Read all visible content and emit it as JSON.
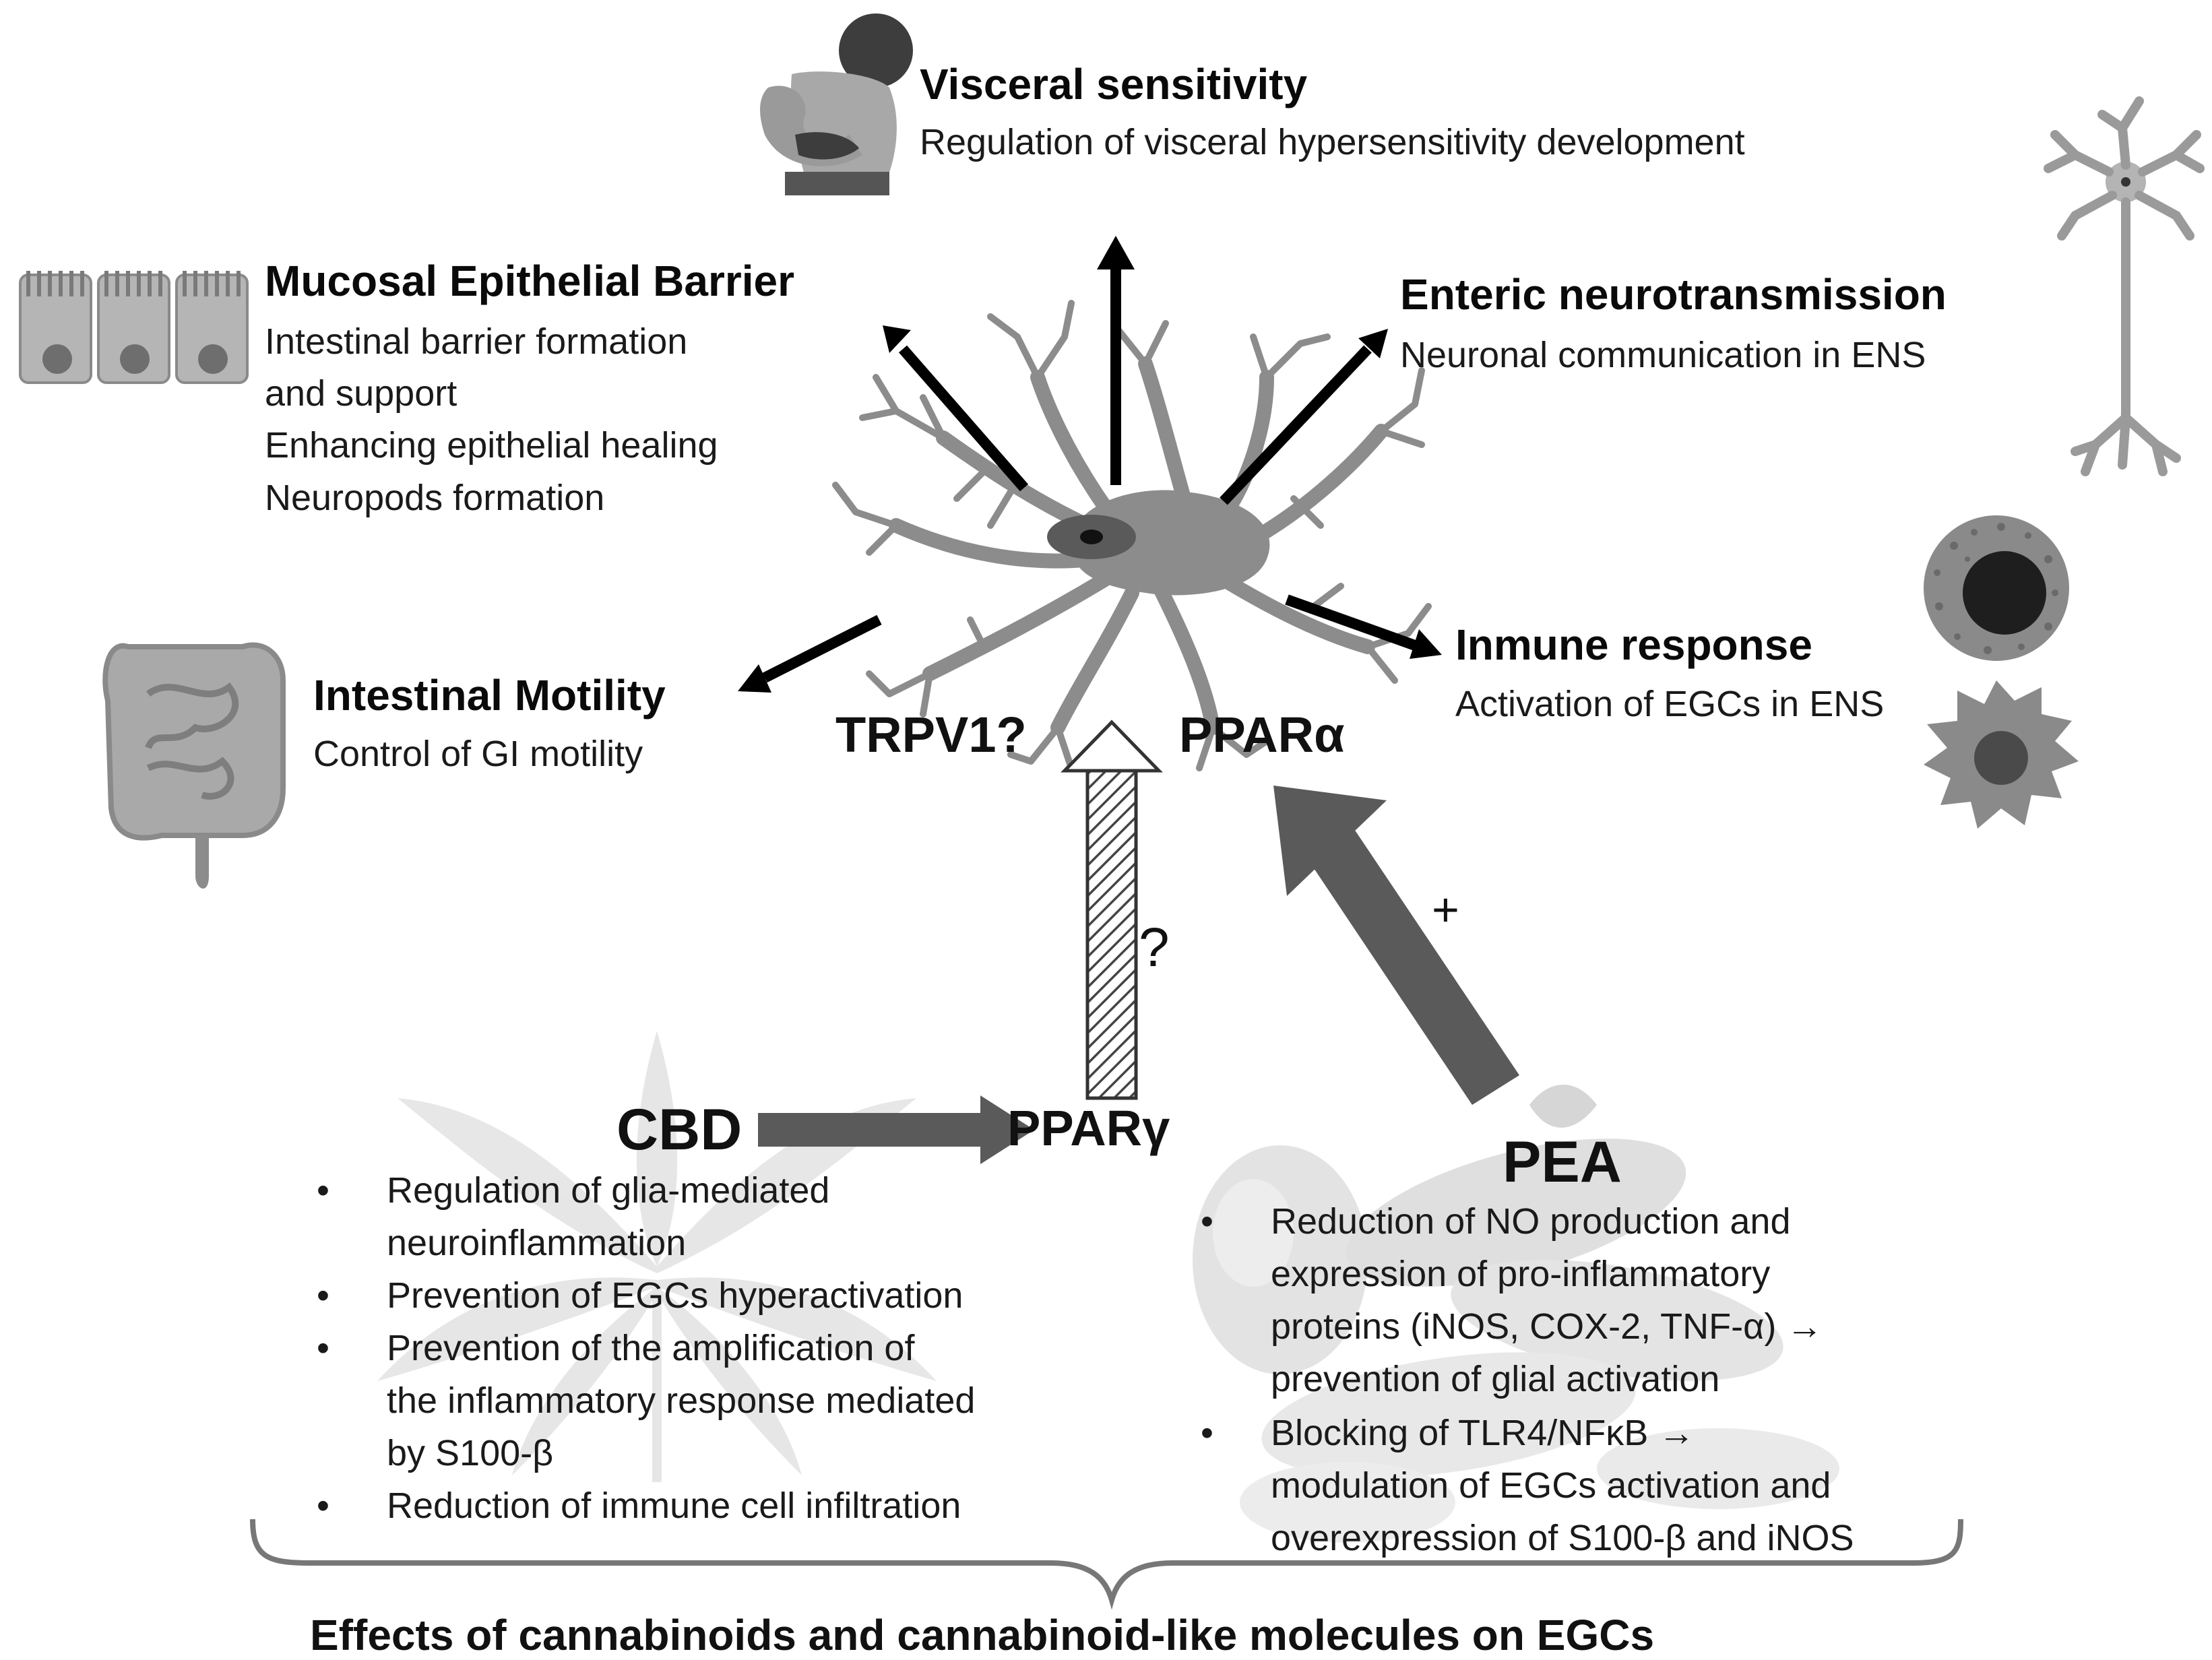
{
  "top": {
    "title": "Visceral sensitivity",
    "desc": "Regulation of visceral hypersensitivity development"
  },
  "mucosal": {
    "title": "Mucosal Epithelial Barrier",
    "lines": [
      "Intestinal barrier formation",
      "and support",
      "Enhancing epithelial  healing",
      "Neuropods formation"
    ]
  },
  "enteric": {
    "title": "Enteric neurotransmission",
    "desc": "Neuronal communication in ENS"
  },
  "motility": {
    "title": "Intestinal Motility",
    "desc": "Control of GI motility"
  },
  "immune": {
    "title": "Inmune response",
    "desc": "Activation of EGCs in ENS"
  },
  "receptors": {
    "trpv1": "TRPV1?",
    "ppara": "PPARα",
    "pparg": "PPARγ",
    "question": "?",
    "plus": "+"
  },
  "cbd": {
    "label": "CBD",
    "bullets": [
      [
        "Regulation of glia-mediated",
        "neuroinflammation"
      ],
      [
        "Prevention of EGCs hyperactivation"
      ],
      [
        "Prevention of the amplification of",
        "the inflammatory response mediated",
        "by S100-β"
      ],
      [
        "Reduction of immune cell infiltration"
      ]
    ]
  },
  "pea": {
    "label": "PEA",
    "bullets": [
      [
        "Reduction of NO production and",
        "expression of pro-inflammatory",
        "proteins (iNOS, COX-2, TNF-α) →",
        "prevention of glial activation"
      ],
      [
        "Blocking of TLR4/NFκB →",
        "modulation of EGCs activation and",
        "overexpression of S100-β and iNOS"
      ]
    ]
  },
  "bullet_char": "•",
  "footer": "Effects of cannabinoids and cannabinoid-like molecules on EGCs",
  "colors": {
    "arrow_dark": "#5a5a5a",
    "cell_gray": "#8c8c8c",
    "icon_gray": "#b0b0b0",
    "text": "#111111"
  }
}
